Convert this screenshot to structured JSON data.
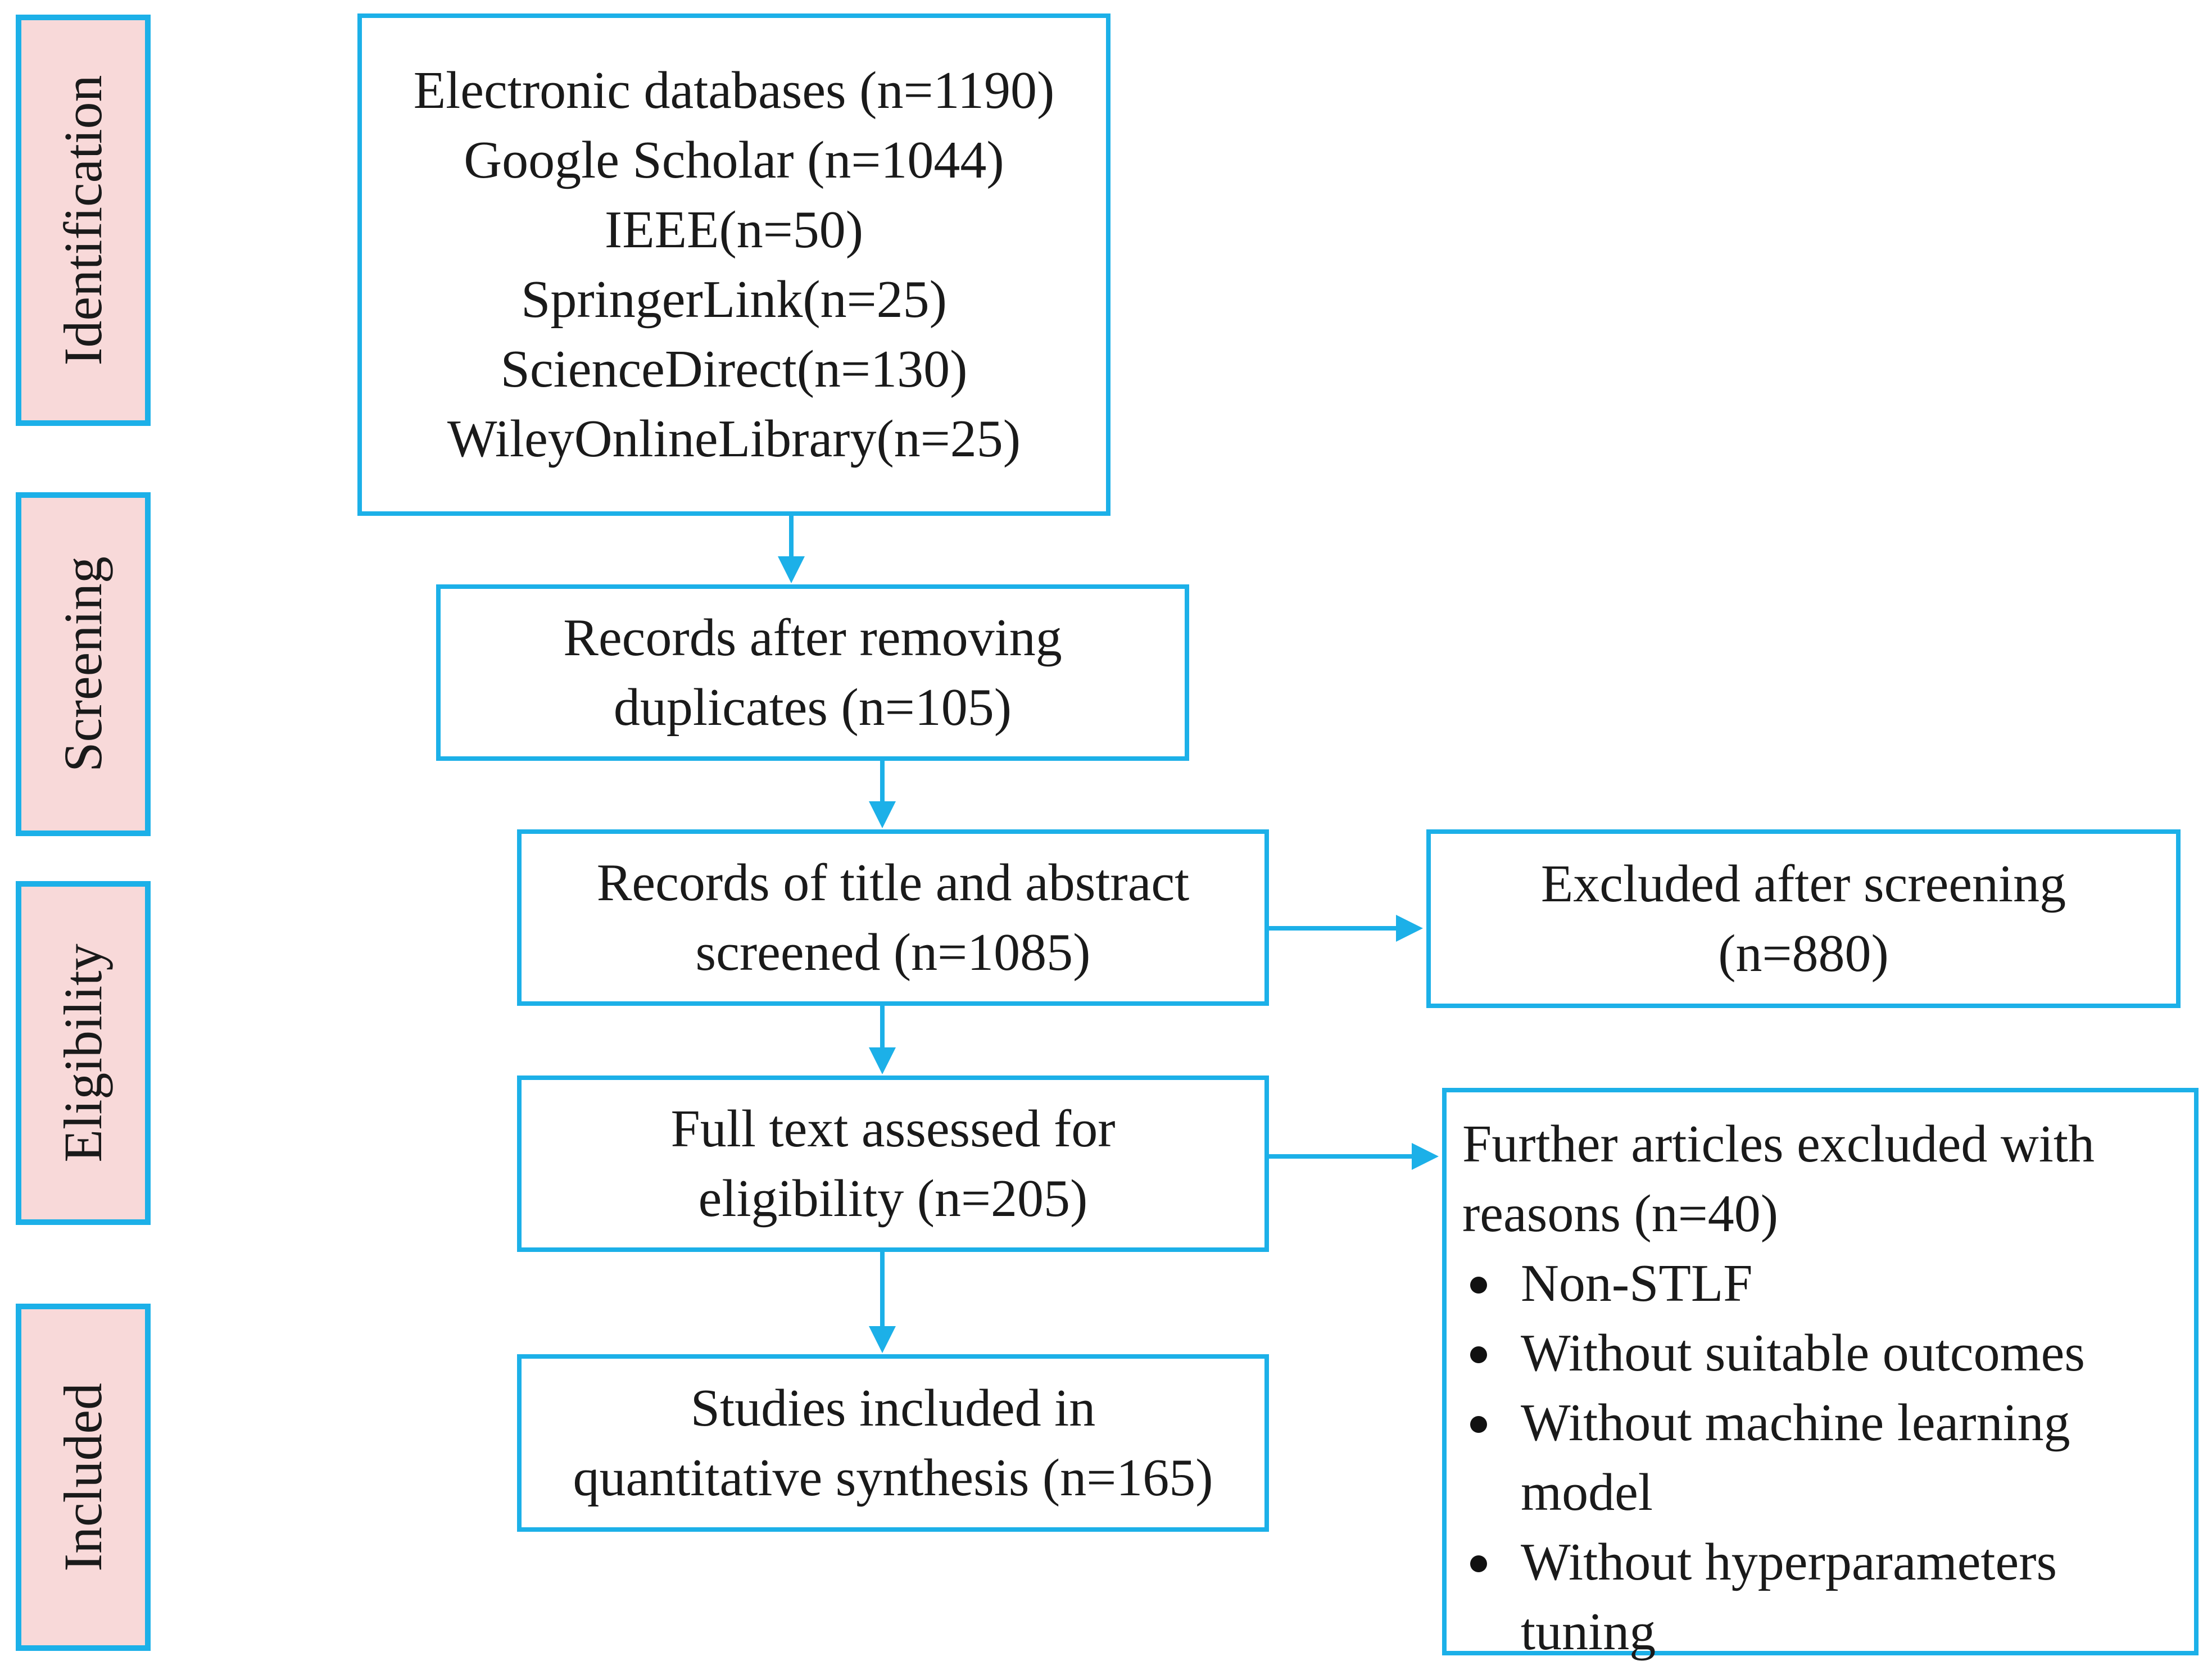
{
  "stages": [
    "Identification",
    "Screening",
    "Eligibility",
    "Included"
  ],
  "identification": {
    "lines": [
      "Electronic databases (n=1190)",
      "Google Scholar (n=1044)",
      "IEEE(n=50)",
      "SpringerLink(n=25)",
      "ScienceDirect(n=130)",
      "WileyOnlineLibrary(n=25)"
    ]
  },
  "screening": {
    "lines": [
      "Records after removing",
      "duplicates (n=105)"
    ]
  },
  "title_abstract": {
    "lines": [
      "Records of title and abstract",
      "screened (n=1085)"
    ]
  },
  "excluded_screening": {
    "lines": [
      "Excluded after screening",
      "(n=880)"
    ]
  },
  "full_text": {
    "lines": [
      "Full text assessed for",
      "eligibility (n=205)"
    ]
  },
  "further_excluded": {
    "lines": [
      "Further articles excluded with",
      "reasons (n=40)"
    ],
    "reasons": [
      [
        "Non-STLF"
      ],
      [
        "Without suitable outcomes"
      ],
      [
        "Without machine learning",
        "model"
      ],
      [
        "Without hyperparameters",
        "tuning"
      ]
    ]
  },
  "included": {
    "lines": [
      "Studies included in",
      "quantitative synthesis (n=165)"
    ]
  },
  "colors": {
    "border": "#1cb0e8",
    "stage_fill": "#f8d9d9",
    "arrow": "#1cb0e8"
  }
}
